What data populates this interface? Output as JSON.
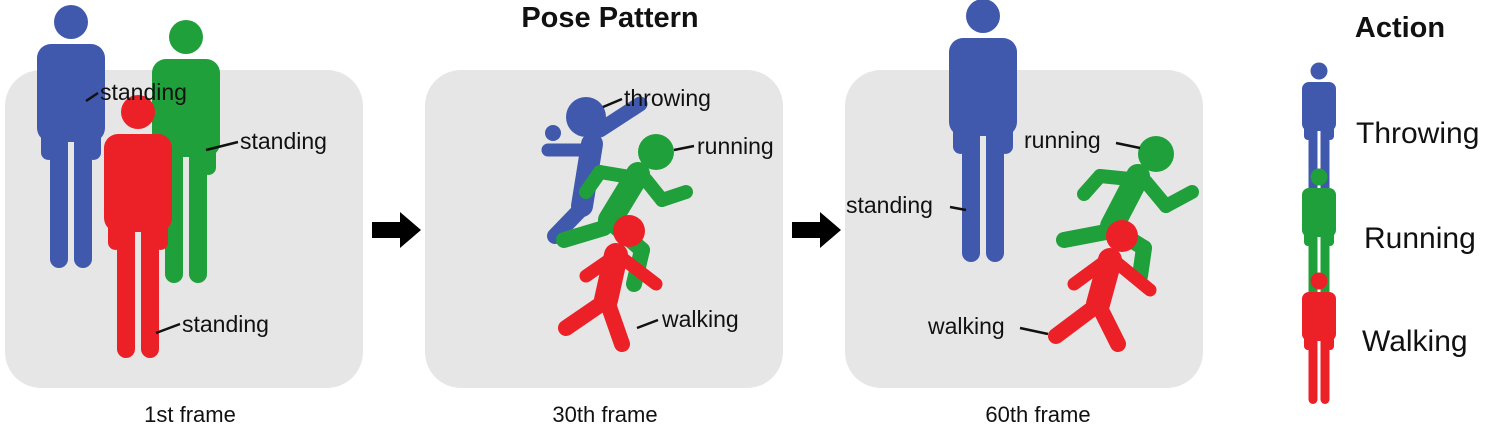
{
  "title": "Pose Pattern",
  "legend": {
    "title": "Action",
    "items": [
      {
        "label": "Throwing",
        "color": "#4059AD"
      },
      {
        "label": "Running",
        "color": "#1FA03A"
      },
      {
        "label": "Walking",
        "color": "#EC2027"
      }
    ]
  },
  "frames": [
    {
      "label": "1st frame",
      "people": [
        {
          "action": "throwing",
          "pose": "standing",
          "tag": "standing"
        },
        {
          "action": "running",
          "pose": "standing",
          "tag": "standing"
        },
        {
          "action": "walking",
          "pose": "standing",
          "tag": "standing"
        }
      ]
    },
    {
      "label": "30th frame",
      "people": [
        {
          "action": "throwing",
          "pose": "throwing",
          "tag": "throwing"
        },
        {
          "action": "running",
          "pose": "running",
          "tag": "running"
        },
        {
          "action": "walking",
          "pose": "walking",
          "tag": "walking"
        }
      ]
    },
    {
      "label": "60th frame",
      "people": [
        {
          "action": "throwing",
          "pose": "standing",
          "tag": "standing"
        },
        {
          "action": "running",
          "pose": "running",
          "tag": "running"
        },
        {
          "action": "walking",
          "pose": "walking",
          "tag": "walking"
        }
      ]
    }
  ],
  "colors": {
    "panel": "#E7E6E6",
    "arrow": "#000000",
    "text": "#111111"
  }
}
